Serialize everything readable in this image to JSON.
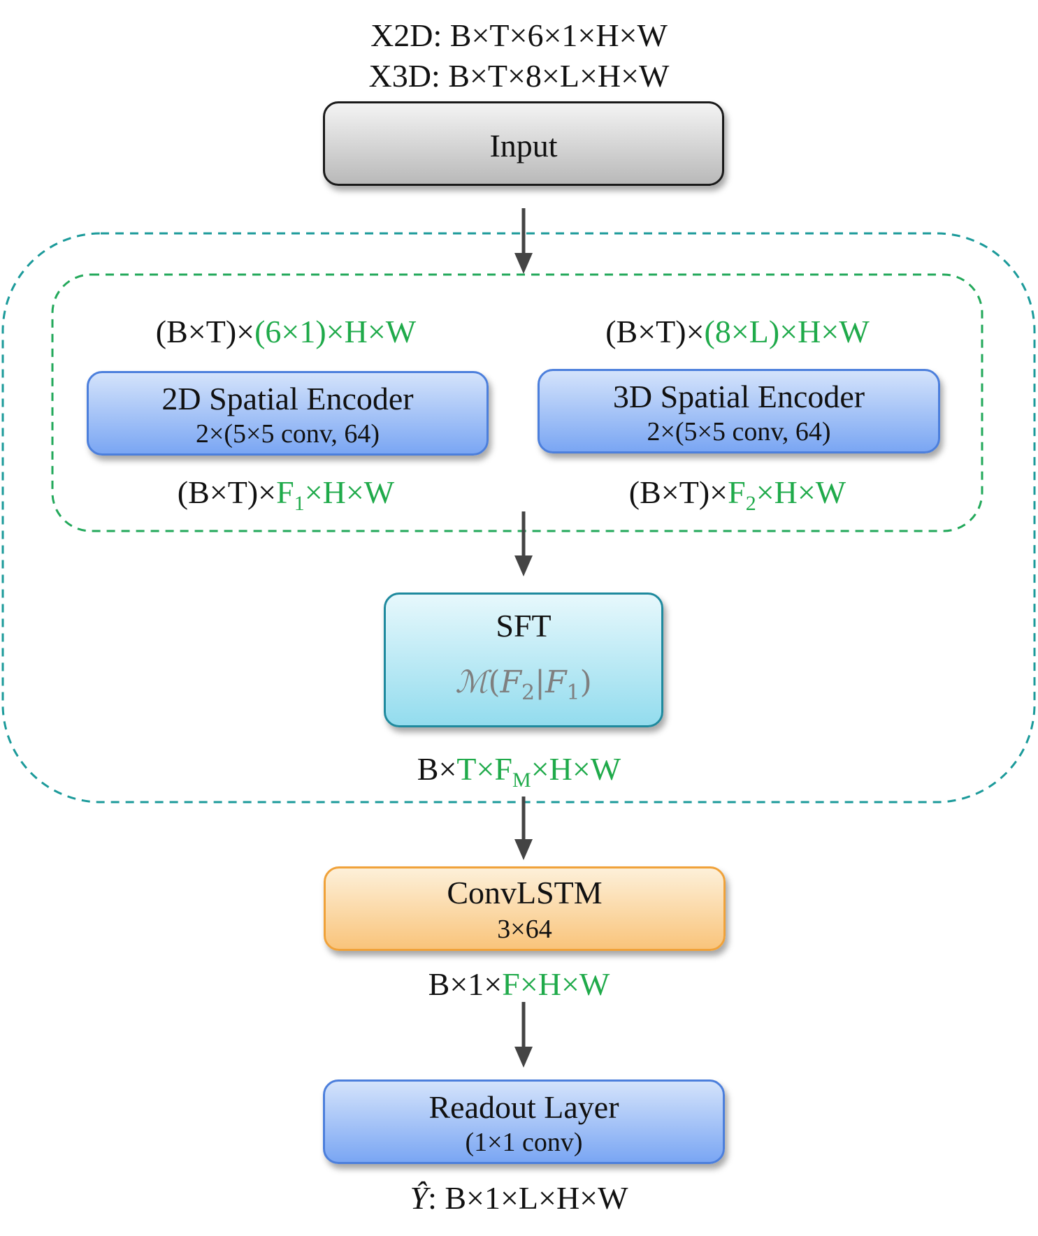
{
  "input_shapes": {
    "x2d": "X2D: B×T×6×1×H×W",
    "x3d": "X3D: B×T×8×L×H×W"
  },
  "nodes": {
    "input": {
      "title": "Input"
    },
    "enc2d": {
      "shape_in_prefix": "(B×T)×",
      "shape_in_green": "(6×1)×H×W",
      "title": "2D Spatial Encoder",
      "sub": "2×(5×5 conv, 64)",
      "shape_out_prefix": "(B×T)×",
      "shape_out_green_a": "F",
      "shape_out_sub": "1",
      "shape_out_green_b": "×H×W"
    },
    "enc3d": {
      "shape_in_prefix": "(B×T)×",
      "shape_in_green": "(8×L)×H×W",
      "title": "3D Spatial Encoder",
      "sub": "2×(5×5 conv, 64)",
      "shape_out_prefix": "(B×T)×",
      "shape_out_green_a": "F",
      "shape_out_sub": "2",
      "shape_out_green_b": "×H×W"
    },
    "sft": {
      "title": "SFT",
      "formula_m": "ℳ",
      "formula_open": "(",
      "formula_f_a": "F",
      "formula_sub_a": "2",
      "formula_bar": "|",
      "formula_f_b": "F",
      "formula_sub_b": "1",
      "formula_close": ")",
      "shape_out_prefix": "B×",
      "shape_out_green_a": "T×F",
      "shape_out_sub": "M",
      "shape_out_green_b": "×H×W"
    },
    "convlstm": {
      "title": "ConvLSTM",
      "sub": "3×64",
      "shape_out_prefix": "B×1×",
      "shape_out_green": "F×H×W"
    },
    "readout": {
      "title": "Readout Layer",
      "sub": "(1×1 conv)",
      "output_symbol": "Ŷ",
      "output_shape": ": B×1×L×H×W"
    }
  },
  "colors": {
    "green_text": "#1faa4a",
    "outer_dash": "#1b9a9a",
    "inner_dash": "#22a85a",
    "arrow": "#444444"
  }
}
